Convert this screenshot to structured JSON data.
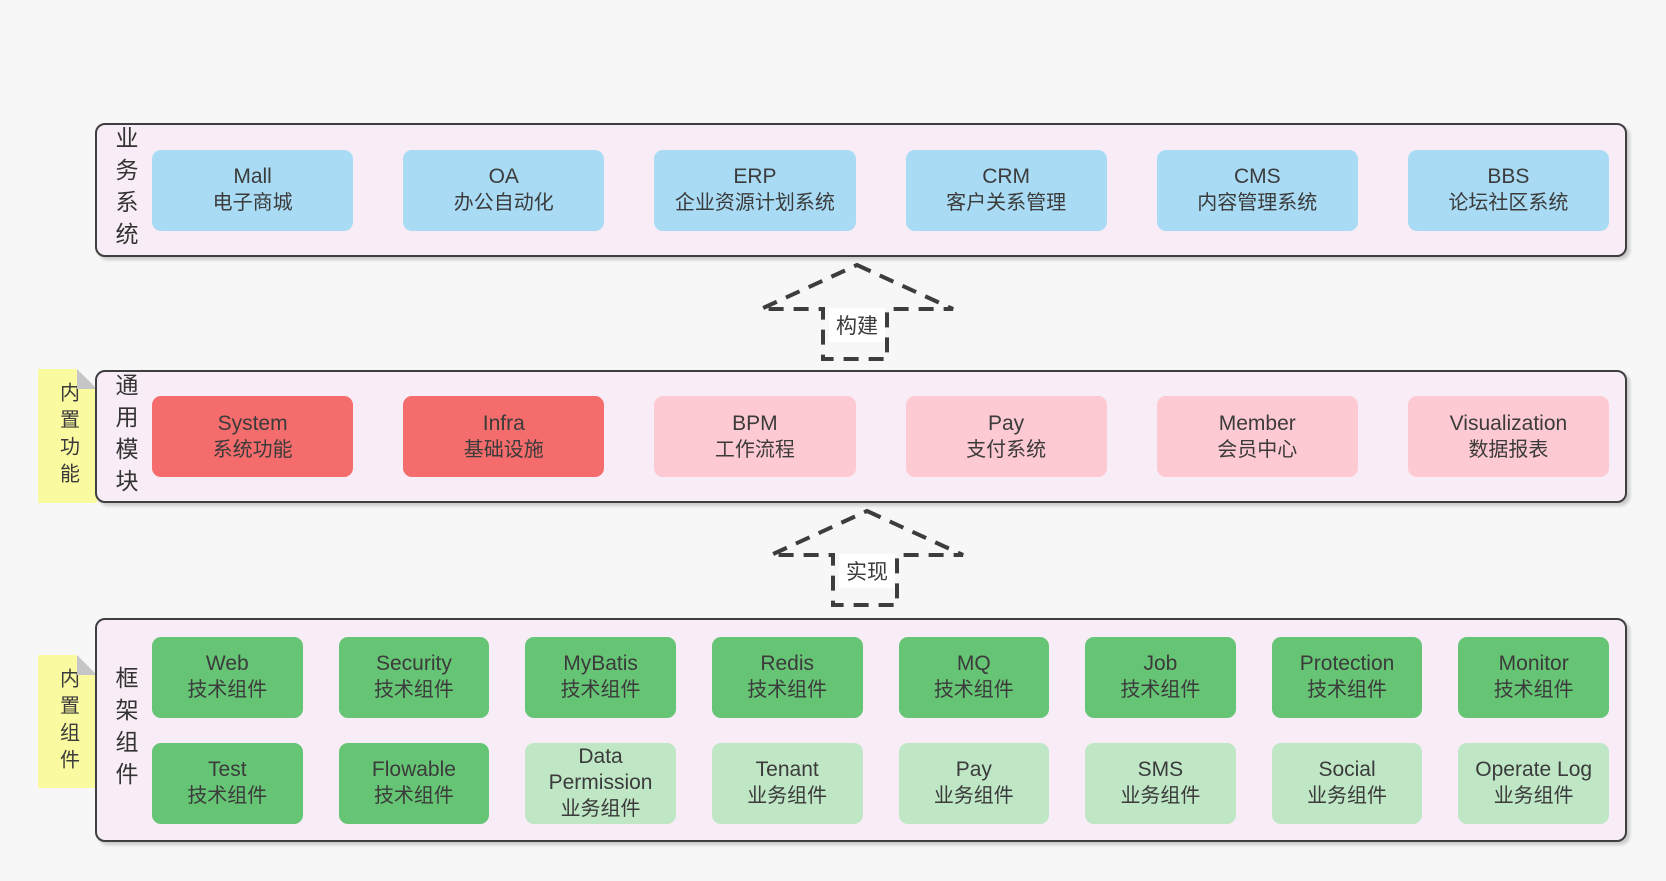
{
  "colors": {
    "page_background": "#f7f7f7",
    "panel_background": "#f8edf6",
    "panel_border": "#3f3f3f",
    "system_blue": "#a9dbf5",
    "module_red": "#f56c6c",
    "module_pink": "#fdc9d2",
    "tech_green": "#66c475",
    "biz_green": "#bfe6c5",
    "note_yellow": "#fafaa0",
    "note_fold_gray": "#c6c6c6",
    "text": "#3b3b3b"
  },
  "business_panel": {
    "side_label": "业务系统",
    "items": [
      {
        "name": "Mall",
        "desc": "电子商城"
      },
      {
        "name": "OA",
        "desc": "办公自动化"
      },
      {
        "name": "ERP",
        "desc": "企业资源计划系统"
      },
      {
        "name": "CRM",
        "desc": "客户关系管理"
      },
      {
        "name": "CMS",
        "desc": "内容管理系统"
      },
      {
        "name": "BBS",
        "desc": "论坛社区系统"
      }
    ]
  },
  "arrow_build": {
    "label": "构建"
  },
  "module_panel": {
    "side_label": "通用模块",
    "note_label": "内置功能",
    "items": [
      {
        "name": "System",
        "desc": "系统功能"
      },
      {
        "name": "Infra",
        "desc": "基础设施"
      },
      {
        "name": "BPM",
        "desc": "工作流程"
      },
      {
        "name": "Pay",
        "desc": "支付系统"
      },
      {
        "name": "Member",
        "desc": "会员中心"
      },
      {
        "name": "Visualization",
        "desc": "数据报表"
      }
    ]
  },
  "arrow_implement": {
    "label": "实现"
  },
  "component_panel": {
    "side_label": "框架组件",
    "note_label": "内置组件",
    "row1": [
      {
        "name": "Web",
        "desc": "技术组件"
      },
      {
        "name": "Security",
        "desc": "技术组件"
      },
      {
        "name": "MyBatis",
        "desc": "技术组件"
      },
      {
        "name": "Redis",
        "desc": "技术组件"
      },
      {
        "name": "MQ",
        "desc": "技术组件"
      },
      {
        "name": "Job",
        "desc": "技术组件"
      },
      {
        "name": "Protection",
        "desc": "技术组件"
      },
      {
        "name": "Monitor",
        "desc": "技术组件"
      }
    ],
    "row2": [
      {
        "name": "Test",
        "desc": "技术组件"
      },
      {
        "name": "Flowable",
        "desc": "技术组件"
      },
      {
        "name": "Data Permission",
        "desc": "业务组件"
      },
      {
        "name": "Tenant",
        "desc": "业务组件"
      },
      {
        "name": "Pay",
        "desc": "业务组件"
      },
      {
        "name": "SMS",
        "desc": "业务组件"
      },
      {
        "name": "Social",
        "desc": "业务组件"
      },
      {
        "name": "Operate Log",
        "desc": "业务组件"
      }
    ]
  }
}
